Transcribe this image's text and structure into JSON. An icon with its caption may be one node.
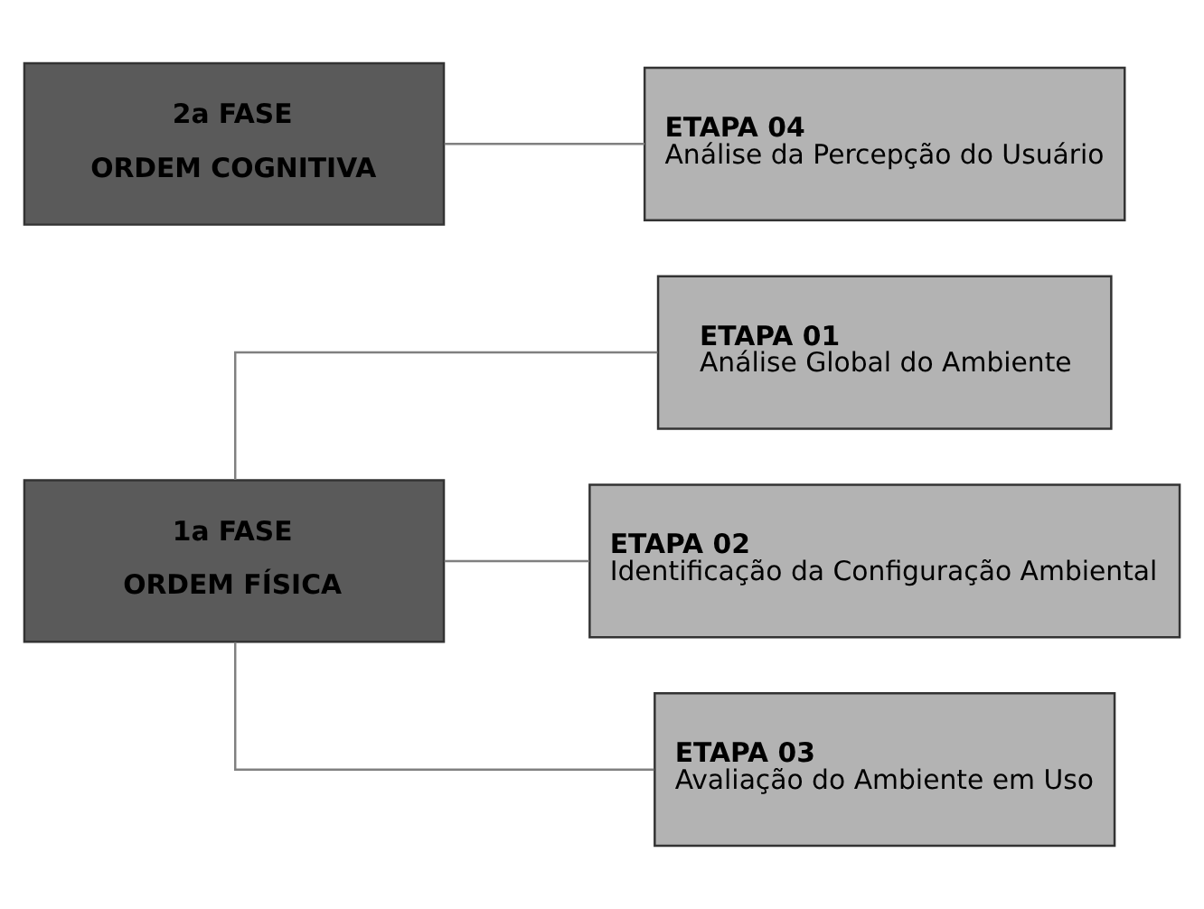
{
  "diagram": {
    "nodes": [
      {
        "text": [
          "1a FASE",
          "ORDEM FÍSICA"
        ]
      },
      {
        "text": [
          "ETAPA 01",
          "Análise Global do Ambiente"
        ]
      },
      {
        "text": [
          "ETAPA 02",
          "Identificação da Configuração Ambiental"
        ]
      },
      {
        "text": [
          "ETAPA 03",
          "Avaliação do Ambiente em Uso"
        ]
      },
      {
        "text": [
          "2a FASE",
          "ORDEM COGNITIVA"
        ]
      },
      {
        "text": [
          "ETAPA 04",
          "Análise da Percepção do Usuário"
        ]
      }
    ],
    "edges": [
      {
        "from": 0,
        "to": 1,
        "arrow": "none"
      },
      {
        "from": 0,
        "to": 2,
        "arrow": "none"
      },
      {
        "from": 0,
        "to": 3,
        "arrow": "none"
      },
      {
        "from": 4,
        "to": 5,
        "arrow": "none"
      }
    ]
  }
}
